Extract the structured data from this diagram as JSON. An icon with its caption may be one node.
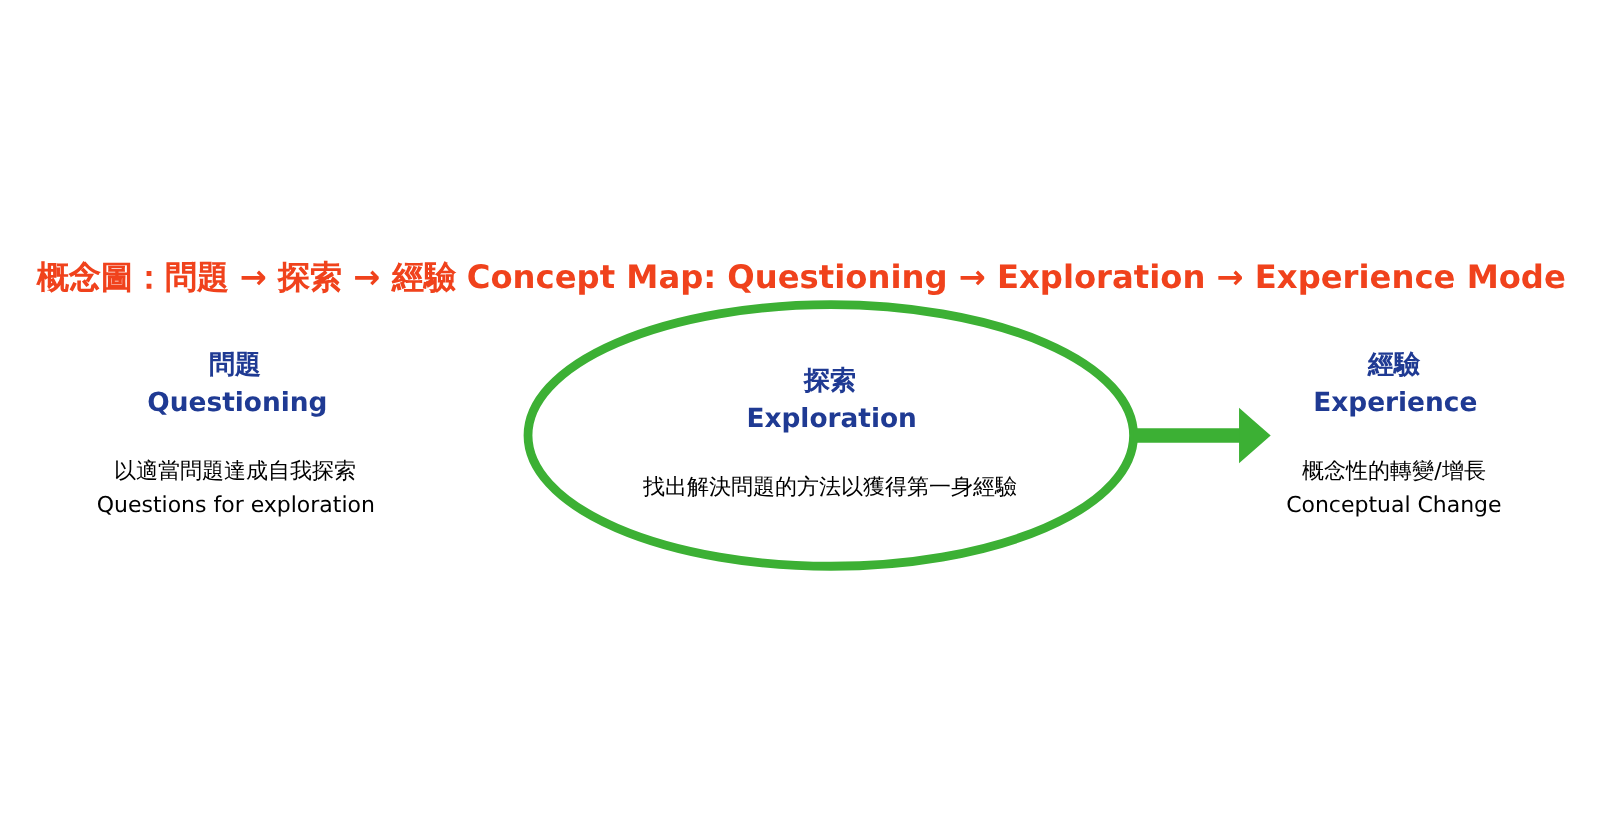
{
  "diagram": {
    "title": "概念圖：問題 → 探索 → 經驗 Concept Map: Questioning → Exploration → Experience Mode",
    "nodes": [
      {
        "text": [
          "問題",
          "Questioning",
          "以適當問題達成自我探索",
          "Questions for exploration"
        ]
      },
      {
        "text": [
          "探索",
          "Exploration",
          "找出解決問題的方法以獲得第一身經驗"
        ]
      },
      {
        "text": [
          "經驗",
          "Experience",
          "概念性的轉變/增長",
          "Conceptual Change"
        ]
      }
    ],
    "edges": [
      {
        "from": 1,
        "to": 2,
        "arrow": "to",
        "color": "#3cb034"
      }
    ]
  }
}
